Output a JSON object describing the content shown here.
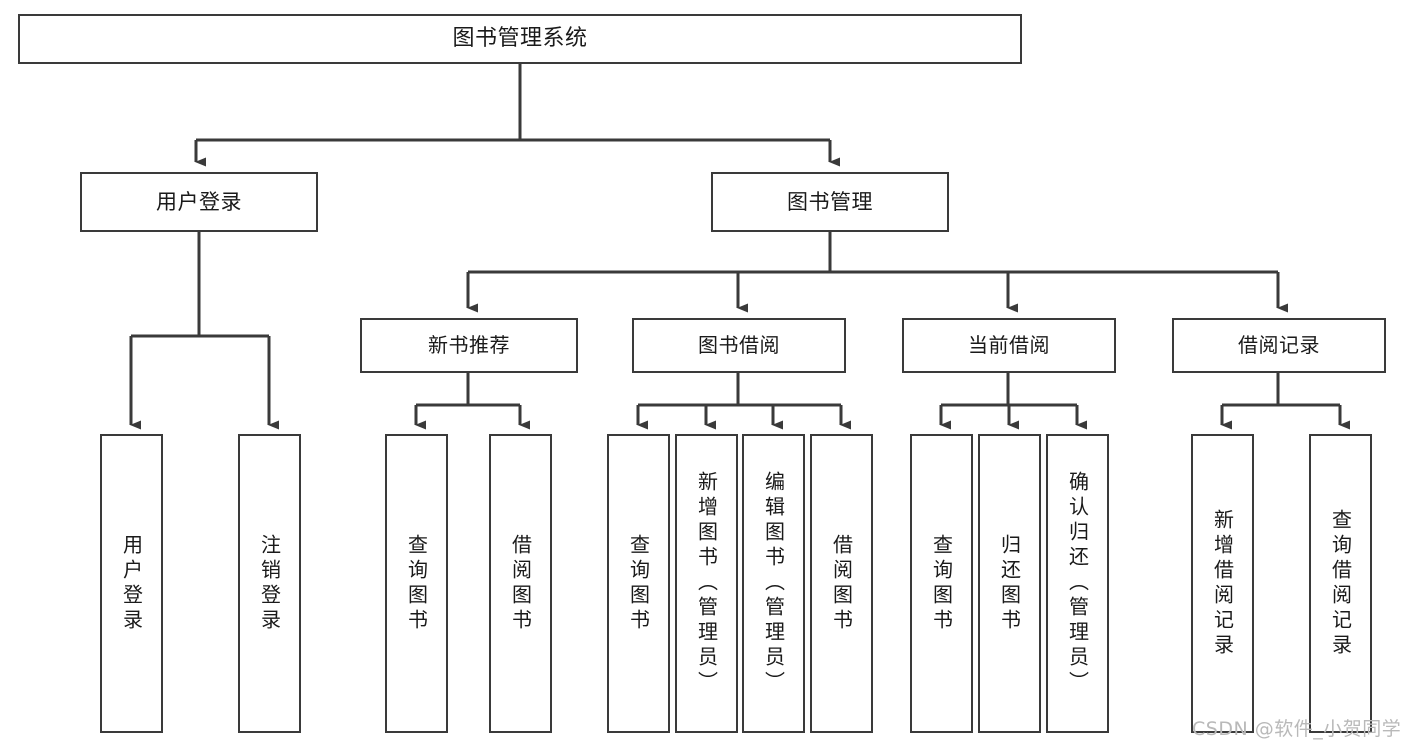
{
  "diagram": {
    "title": "图书管理系统",
    "type": "tree-hierarchy",
    "watermark": "CSDN @软件_小贺同学",
    "colors": {
      "background": "#ffffff",
      "stroke": "#3a3a3a",
      "text": "#1a1a1a",
      "watermark": "#b9b9b9"
    },
    "nodes": {
      "root": {
        "label": "图书管理系统"
      },
      "level1": [
        {
          "id": "user-login",
          "label": "用户登录"
        },
        {
          "id": "book-manage",
          "label": "图书管理"
        }
      ],
      "level2": [
        {
          "id": "new-book-recommend",
          "label": "新书推荐"
        },
        {
          "id": "book-borrow",
          "label": "图书借阅"
        },
        {
          "id": "current-borrow",
          "label": "当前借阅"
        },
        {
          "id": "borrow-record",
          "label": "借阅记录"
        }
      ],
      "leaves": {
        "user-login": [
          {
            "id": "leaf-user-login",
            "label": "用户登录"
          },
          {
            "id": "leaf-logout",
            "label": "注销登录"
          }
        ],
        "new-book-recommend": [
          {
            "id": "leaf-query-book-1",
            "label": "查询图书"
          },
          {
            "id": "leaf-borrow-book-1",
            "label": "借阅图书"
          }
        ],
        "book-borrow": [
          {
            "id": "leaf-query-book-2",
            "label": "查询图书"
          },
          {
            "id": "leaf-add-book",
            "label": "新增图书（管理员）"
          },
          {
            "id": "leaf-edit-book",
            "label": "编辑图书（管理员）"
          },
          {
            "id": "leaf-borrow-book-2",
            "label": "借阅图书"
          }
        ],
        "current-borrow": [
          {
            "id": "leaf-query-book-3",
            "label": "查询图书"
          },
          {
            "id": "leaf-return-book",
            "label": "归还图书"
          },
          {
            "id": "leaf-confirm-return",
            "label": "确认归还（管理员）"
          }
        ],
        "borrow-record": [
          {
            "id": "leaf-add-record",
            "label": "新增借阅记录"
          },
          {
            "id": "leaf-query-record",
            "label": "查询借阅记录"
          }
        ]
      }
    }
  }
}
